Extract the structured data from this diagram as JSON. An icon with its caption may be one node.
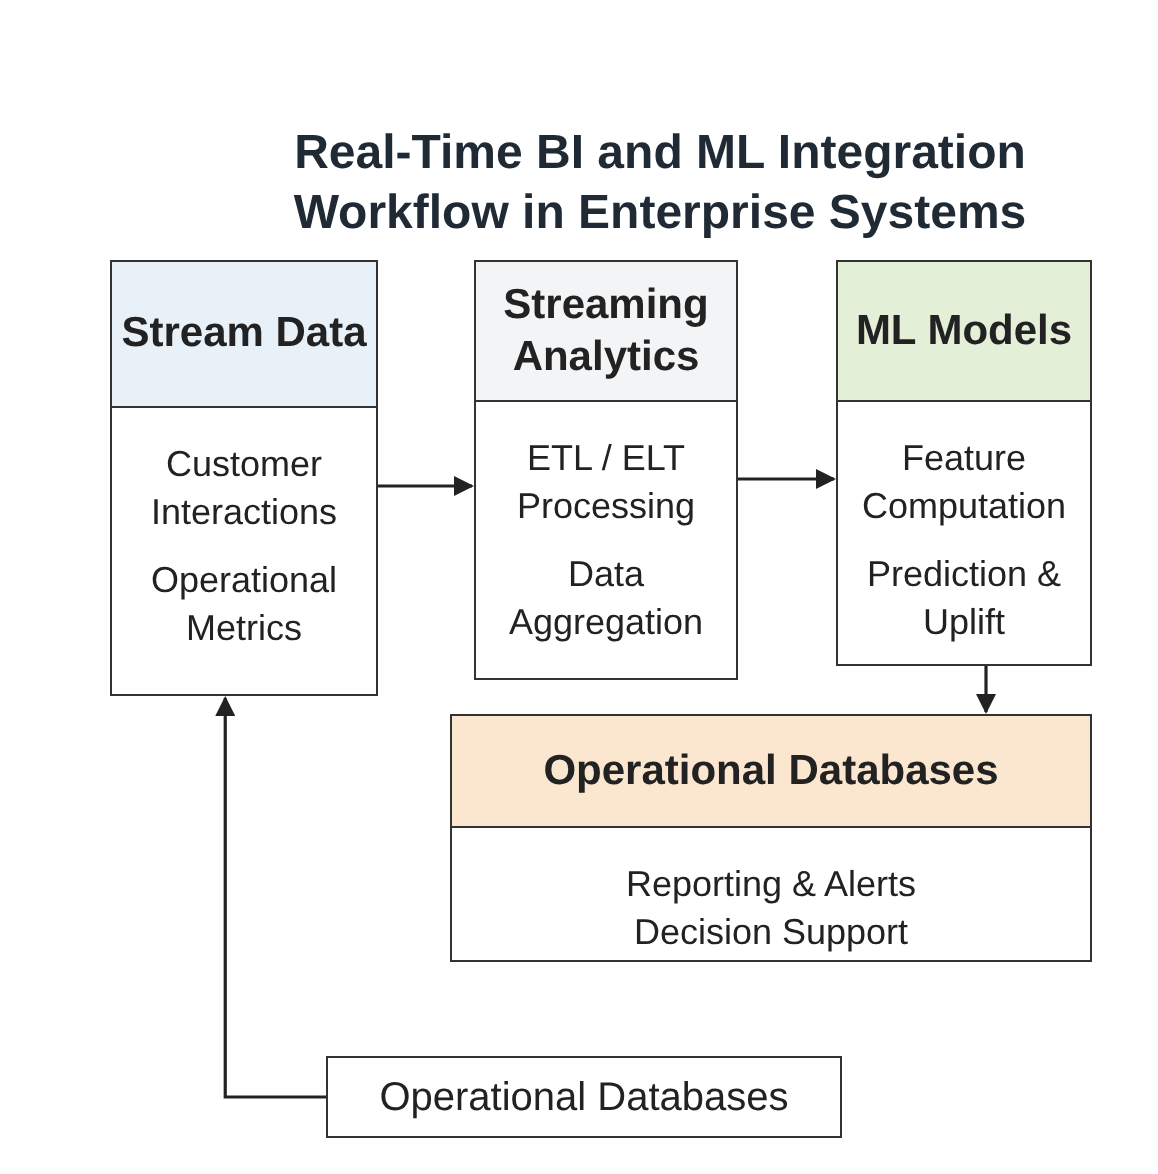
{
  "diagram": {
    "title": "Real-Time BI and ML Integration Workflow in Enterprise Systems",
    "nodes": [
      {
        "text": [
          "Stream Data",
          "Customer Interactions",
          "Operational Metrics"
        ]
      },
      {
        "text": [
          "Streaming Analytics",
          "ETL / ELT Processing",
          "Data Aggregation"
        ]
      },
      {
        "text": [
          "ML Models",
          "Feature Computation",
          "Prediction & Uplift"
        ]
      },
      {
        "text": [
          "Operational Databases",
          "Reporting & Alerts Decision Support"
        ]
      },
      {
        "text": [
          "Operational Databases"
        ]
      }
    ],
    "edges": [
      {
        "from": 0,
        "to": 1,
        "arrow": "to"
      },
      {
        "from": 1,
        "to": 2,
        "arrow": "to"
      },
      {
        "from": 2,
        "to": 3,
        "arrow": "to"
      },
      {
        "from": 4,
        "to": 0,
        "arrow": "to"
      }
    ]
  }
}
